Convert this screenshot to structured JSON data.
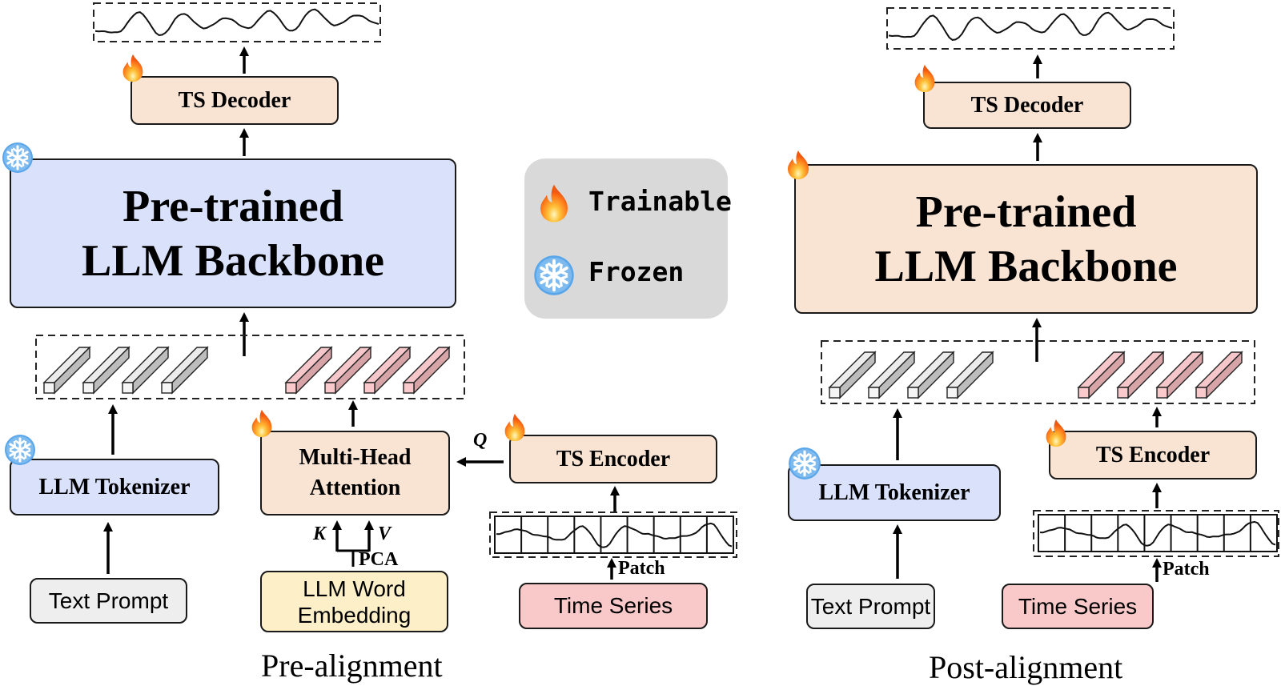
{
  "legend": {
    "trainable_label": "Trainable",
    "frozen_label": "Frozen",
    "trainable_icon": "fire-icon",
    "frozen_icon": "snowflake-icon"
  },
  "pre_alignment": {
    "caption": "Pre-alignment",
    "ts_decoder": "TS Decoder",
    "backbone_line1": "Pre-trained",
    "backbone_line2": "LLM Backbone",
    "llm_tokenizer": "LLM Tokenizer",
    "multi_head_line1": "Multi-Head",
    "multi_head_line2": "Attention",
    "ts_encoder": "TS Encoder",
    "text_prompt": "Text Prompt",
    "word_embedding_line1": "LLM Word",
    "word_embedding_line2": "Embedding",
    "time_series": "Time Series",
    "label_q": "Q",
    "label_k": "K",
    "label_v": "V",
    "label_pca": "PCA",
    "label_patch": "Patch",
    "states": {
      "ts_decoder": "trainable",
      "backbone": "frozen",
      "llm_tokenizer": "frozen",
      "multi_head_attention": "trainable",
      "ts_encoder": "trainable"
    }
  },
  "post_alignment": {
    "caption": "Post-alignment",
    "ts_decoder": "TS Decoder",
    "backbone_line1": "Pre-trained",
    "backbone_line2": "LLM Backbone",
    "llm_tokenizer": "LLM Tokenizer",
    "ts_encoder": "TS Encoder",
    "text_prompt": "Text Prompt",
    "time_series": "Time Series",
    "label_patch": "Patch",
    "states": {
      "ts_decoder": "trainable",
      "backbone": "trainable",
      "llm_tokenizer": "frozen",
      "ts_encoder": "trainable"
    }
  },
  "token_groups": {
    "text_tokens": 4,
    "ts_tokens": 4,
    "patches": 9
  },
  "colors": {
    "trainable_fill": "#f9e4d4",
    "frozen_fill": "#d9e1fb",
    "text_prompt_fill": "#eeeeee",
    "word_embedding_fill": "#fdf0c8",
    "time_series_fill": "#f9c9ca",
    "legend_bg": "#d9d9d9",
    "text_token": "#e6e6e6",
    "ts_token": "#f4c3c6"
  }
}
